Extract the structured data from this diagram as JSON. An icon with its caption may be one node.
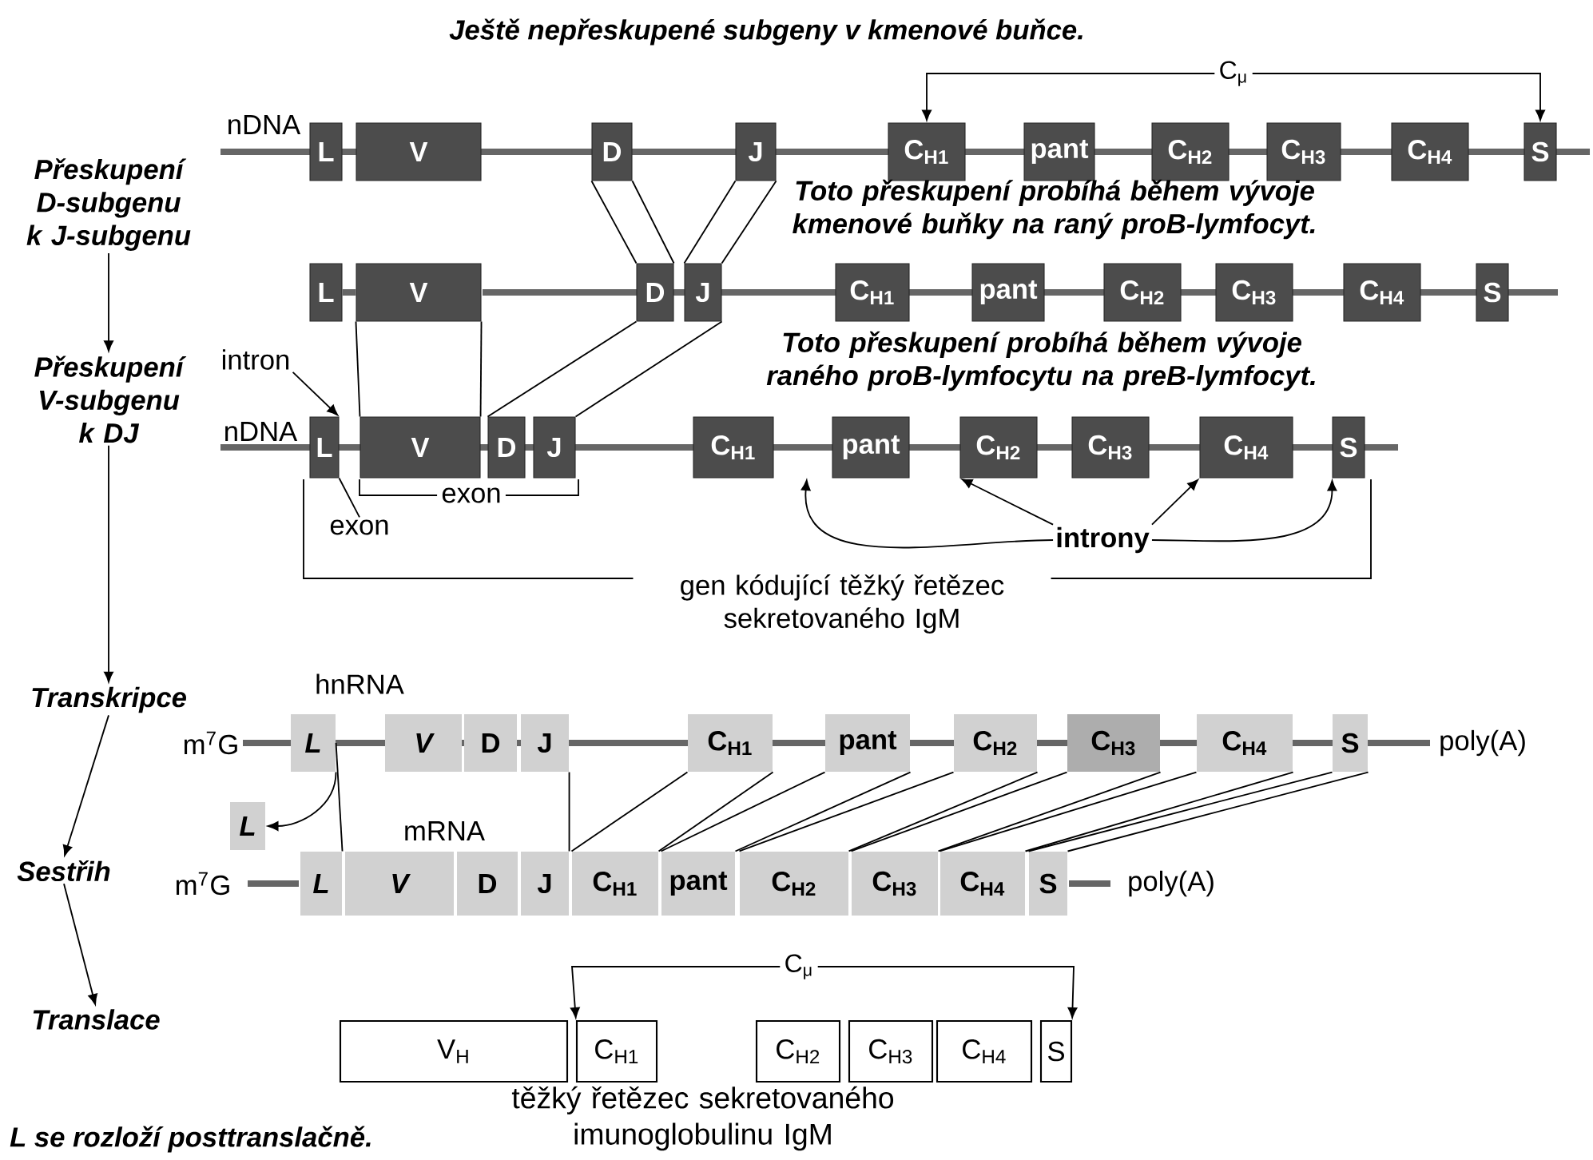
{
  "diagram": {
    "title": "Ještě nepřeskupené subgeny v kmenové buňce.",
    "nodes": [
      {
        "text": [
          "Přeskupení D-subgenu k J-subgenu"
        ]
      },
      {
        "text": [
          "Přeskupení V-subgenu k DJ"
        ]
      },
      {
        "text": [
          "Transkripce"
        ]
      },
      {
        "text": [
          "Sestřih"
        ]
      },
      {
        "text": [
          "Translace"
        ]
      },
      {
        "text": [
          "L"
        ]
      },
      {
        "text": [
          "V"
        ]
      },
      {
        "text": [
          "D"
        ]
      },
      {
        "text": [
          "J"
        ]
      },
      {
        "text": [
          "C$_{H1}$"
        ]
      },
      {
        "text": [
          "pant"
        ]
      },
      {
        "text": [
          "C$_{H2}$"
        ]
      },
      {
        "text": [
          "C$_{H3}$"
        ]
      },
      {
        "text": [
          "C$_{H4}$"
        ]
      },
      {
        "text": [
          "S"
        ]
      },
      {
        "text": [
          "L"
        ]
      },
      {
        "text": [
          "V"
        ]
      },
      {
        "text": [
          "D"
        ]
      },
      {
        "text": [
          "J"
        ]
      },
      {
        "text": [
          "C$_{H1}$"
        ]
      },
      {
        "text": [
          "pant"
        ]
      },
      {
        "text": [
          "C$_{H2}$"
        ]
      },
      {
        "text": [
          "C$_{H3}$"
        ]
      },
      {
        "text": [
          "C$_{H4}$"
        ]
      },
      {
        "text": [
          "S"
        ]
      },
      {
        "text": [
          "L"
        ]
      },
      {
        "text": [
          "V"
        ]
      },
      {
        "text": [
          "D"
        ]
      },
      {
        "text": [
          "J"
        ]
      },
      {
        "text": [
          "C$_{H1}$"
        ]
      },
      {
        "text": [
          "pant"
        ]
      },
      {
        "text": [
          "C$_{H2}$"
        ]
      },
      {
        "text": [
          "C$_{H3}$"
        ]
      },
      {
        "text": [
          "C$_{H4}$"
        ]
      },
      {
        "text": [
          "S"
        ]
      },
      {
        "text": [
          "intron"
        ]
      },
      {
        "text": [
          "exon"
        ]
      },
      {
        "text": [
          "introny"
        ]
      },
      {
        "text": [
          "L"
        ]
      },
      {
        "text": [
          "V"
        ]
      },
      {
        "text": [
          "D"
        ]
      },
      {
        "text": [
          "J"
        ]
      },
      {
        "text": [
          "C$_{H1}$"
        ]
      },
      {
        "text": [
          "pant"
        ]
      },
      {
        "text": [
          "C$_{H2}$"
        ]
      },
      {
        "text": [
          "C$_{H3}$"
        ]
      },
      {
        "text": [
          "C$_{H4}$"
        ]
      },
      {
        "text": [
          "S"
        ]
      },
      {
        "text": [
          "L"
        ]
      },
      {
        "text": [
          "L"
        ]
      },
      {
        "text": [
          "V"
        ]
      },
      {
        "text": [
          "D"
        ]
      },
      {
        "text": [
          "J"
        ]
      },
      {
        "text": [
          "C$_{H1}$"
        ]
      },
      {
        "text": [
          "pant"
        ]
      },
      {
        "text": [
          "C$_{H2}$"
        ]
      },
      {
        "text": [
          "C$_{H3}$"
        ]
      },
      {
        "text": [
          "C$_{H4}$"
        ]
      },
      {
        "text": [
          "S"
        ]
      },
      {
        "text": [
          "V$_{H}$"
        ]
      },
      {
        "text": [
          "C$_{H1}$"
        ]
      },
      {
        "text": [
          "C$_{H2}$"
        ]
      },
      {
        "text": [
          "C$_{H3}$"
        ]
      },
      {
        "text": [
          "C$_{H4}$"
        ]
      },
      {
        "text": [
          "S"
        ]
      }
    ],
    "edges": [
      {
        "from": 0,
        "to": 1,
        "arrow": "to"
      },
      {
        "from": 1,
        "to": 2,
        "arrow": "to"
      },
      {
        "from": 2,
        "to": 3,
        "arrow": "to"
      },
      {
        "from": 3,
        "to": 4,
        "arrow": "to"
      },
      {
        "from": 9,
        "to": 14,
        "arrow": "both",
        "label": "C$_{μ}$"
      },
      {
        "from": 7,
        "to": 17,
        "arrow": "none"
      },
      {
        "from": 8,
        "to": 18,
        "arrow": "none"
      },
      {
        "from": 16,
        "to": 26,
        "arrow": "none"
      },
      {
        "from": 17,
        "to": 27,
        "arrow": "none"
      },
      {
        "from": 18,
        "to": 28,
        "arrow": "none"
      },
      {
        "from": 35,
        "to": 25,
        "arrow": "to"
      },
      {
        "from": 36,
        "to": 25,
        "arrow": "none"
      },
      {
        "from": 37,
        "to": null,
        "arrow": "to"
      },
      {
        "from": 37,
        "to": 31,
        "arrow": "to"
      },
      {
        "from": 37,
        "to": 33,
        "arrow": "to"
      },
      {
        "from": 37,
        "to": 34,
        "arrow": "to"
      },
      {
        "from": 38,
        "to": 48,
        "arrow": "to"
      },
      {
        "from": 38,
        "to": 49,
        "arrow": "none"
      },
      {
        "from": 41,
        "to": 52,
        "arrow": "none"
      },
      {
        "from": 42,
        "to": 53,
        "arrow": "none"
      },
      {
        "from": 43,
        "to": 54,
        "arrow": "none"
      },
      {
        "from": 44,
        "to": 55,
        "arrow": "none"
      },
      {
        "from": 45,
        "to": 56,
        "arrow": "none"
      },
      {
        "from": 46,
        "to": 57,
        "arrow": "none"
      },
      {
        "from": 47,
        "to": 58,
        "arrow": "none"
      },
      {
        "from": 60,
        "to": 64,
        "arrow": "both",
        "label": "C$_{μ}$"
      },
      {
        "from": 15,
        "to": 16,
        "arrow": "none",
        "style": "thick",
        "color": "#666666"
      },
      {
        "from": 7,
        "to": 17,
        "arrow": "none"
      },
      {
        "from": 8,
        "to": 18,
        "arrow": "none"
      },
      {
        "from": 16,
        "to": 26,
        "arrow": "none"
      },
      {
        "from": 42,
        "to": 53,
        "arrow": "none"
      },
      {
        "from": 43,
        "to": 54,
        "arrow": "none"
      },
      {
        "from": 44,
        "to": 55,
        "arrow": "none"
      },
      {
        "from": 45,
        "to": 56,
        "arrow": "none"
      },
      {
        "from": 46,
        "to": 57,
        "arrow": "none"
      },
      {
        "from": 47,
        "to": 58,
        "arrow": "none"
      }
    ],
    "labels": [
      "nDNA",
      "Toto přeskupení probíhá během vývoje kmenové buňky na raný proB-lymfocyt.",
      "Toto přeskupení probíhá během vývoje raného proB-lymfocytu na preB-lymfocyt.",
      "nDNA",
      "exon",
      "gen kódující těžký řetězec sekretovaného IgM",
      "hnRNA",
      "m$^{7}$G",
      "poly(A)",
      "mRNA",
      "m$^{7}$G",
      "poly(A)",
      "těžký řetězec sekretovaného imunoglobulinu IgM",
      "L se rozloží posttranslačně."
    ]
  }
}
